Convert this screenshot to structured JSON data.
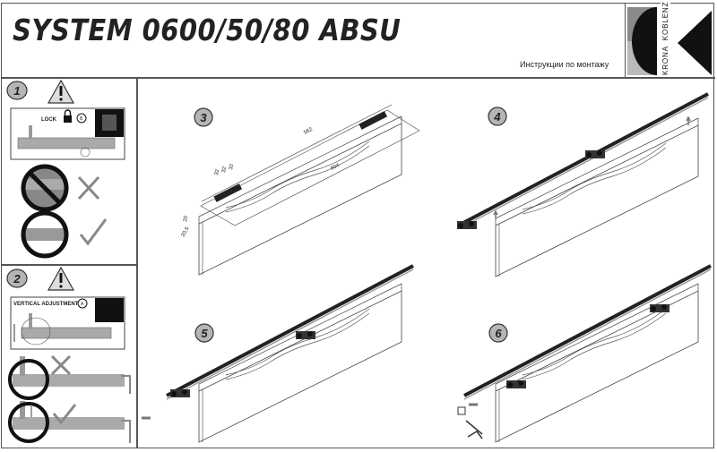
{
  "header": {
    "title": "SYSTEM 0600/50/80 ABSU",
    "subtitle": "Инструкции по монтажу",
    "logo_text": "KRONA  KOBLENZ"
  },
  "steps": [
    {
      "number": "1",
      "inset_label": "LOCK",
      "callout": "B"
    },
    {
      "number": "2",
      "inset_label": "VERTICAL ADJUSTMENT",
      "callout": "A"
    },
    {
      "number": "3",
      "dimensions": {
        "length_top": "562",
        "length_bottom": "804",
        "screw_spacing": [
          "32",
          "32",
          "32"
        ],
        "side_a": "20",
        "side_b": "20,5"
      }
    },
    {
      "number": "4"
    },
    {
      "number": "5"
    },
    {
      "number": "6"
    }
  ],
  "colors": {
    "border": "#555555",
    "step_badge": "#b5b5b5",
    "logo_gray_top": "#8a8a8a",
    "logo_gray_bottom": "#b9b9b9"
  }
}
